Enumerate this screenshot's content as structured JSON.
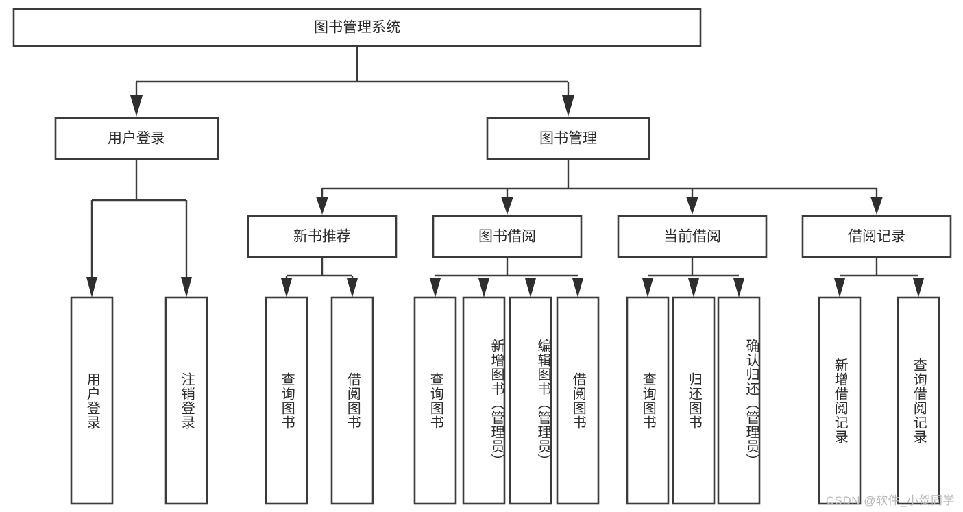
{
  "diagram": {
    "title_text": "图书管理系统",
    "watermark": "CSDN @软件_小贺同学",
    "colors": {
      "background": "#ffffff",
      "stroke": "#3b3b3b",
      "text": "#2b2b2b",
      "watermark": "#b9b9b9"
    },
    "root": {
      "id": "root",
      "label": "图书管理系统"
    },
    "level2": [
      {
        "id": "user-login",
        "label": "用户登录"
      },
      {
        "id": "book-manage",
        "label": "图书管理"
      }
    ],
    "level3": [
      {
        "id": "new-book-recommend",
        "label": "新书推荐"
      },
      {
        "id": "book-borrow",
        "label": "图书借阅"
      },
      {
        "id": "current-borrow",
        "label": "当前借阅"
      },
      {
        "id": "borrow-record",
        "label": "借阅记录"
      }
    ],
    "leaves": {
      "user_login": [
        {
          "id": "leaf-user-login",
          "label": "用户登录"
        },
        {
          "id": "leaf-logout-login",
          "label": "注销登录"
        }
      ],
      "new_book_recommend": [
        {
          "id": "leaf-query-book-1",
          "label": "查询图书"
        },
        {
          "id": "leaf-borrow-book-1",
          "label": "借阅图书"
        }
      ],
      "book_borrow": [
        {
          "id": "leaf-query-book-2",
          "label": "查询图书"
        },
        {
          "id": "leaf-add-book",
          "label": "新增图书（管理员）"
        },
        {
          "id": "leaf-edit-book",
          "label": "编辑图书（管理员）"
        },
        {
          "id": "leaf-borrow-book-2",
          "label": "借阅图书"
        }
      ],
      "current_borrow": [
        {
          "id": "leaf-query-book-3",
          "label": "查询图书"
        },
        {
          "id": "leaf-return-book",
          "label": "归还图书"
        },
        {
          "id": "leaf-confirm-return",
          "label": "确认归还（管理员）"
        }
      ],
      "borrow_record": [
        {
          "id": "leaf-add-record",
          "label": "新增借阅记录"
        },
        {
          "id": "leaf-query-record",
          "label": "查询借阅记录"
        }
      ]
    }
  }
}
